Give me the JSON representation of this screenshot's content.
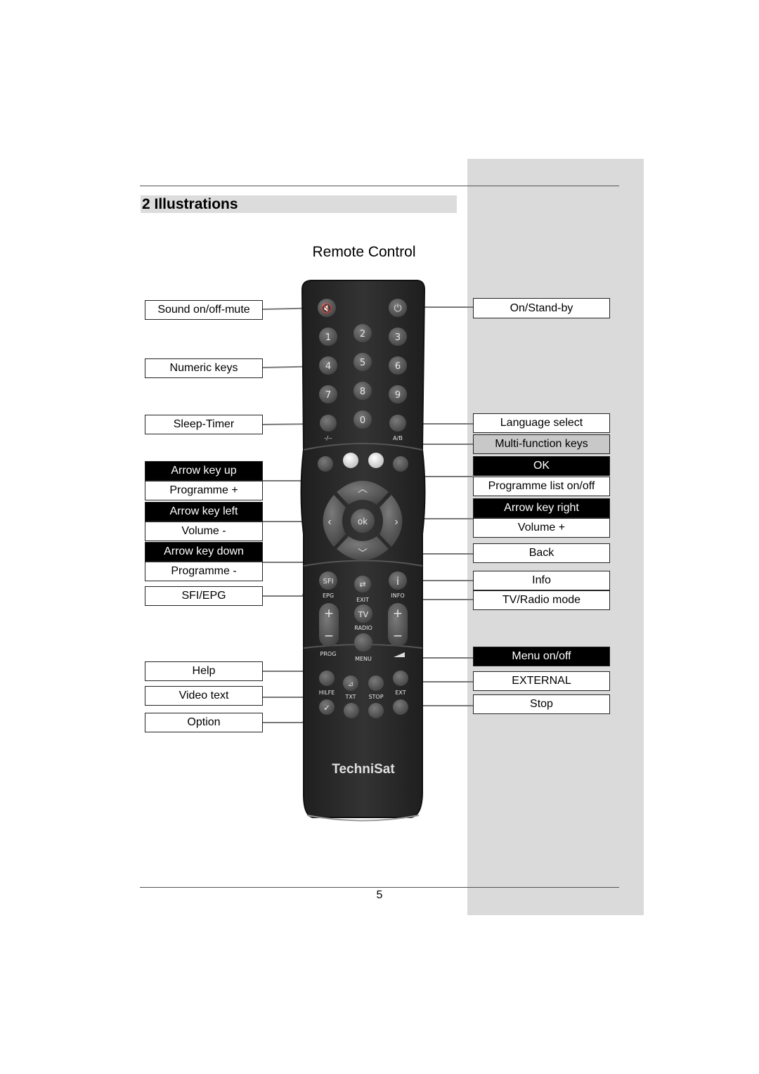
{
  "section": {
    "title": "2 Illustrations"
  },
  "figure": {
    "title": "Remote Control"
  },
  "page_number": "5",
  "brand": "TechniSat",
  "labels_left": {
    "mute": "Sound on/off-mute",
    "numeric": "Numeric keys",
    "sleep": "Sleep-Timer",
    "arrow_up": "Arrow key up",
    "prog_plus": "Programme +",
    "arrow_left": "Arrow key left",
    "vol_minus": "Volume -",
    "arrow_down": "Arrow key down",
    "prog_minus": "Programme -",
    "sfi": "SFI/EPG",
    "help": "Help",
    "videotext": "Video text",
    "option": "Option"
  },
  "labels_right": {
    "standby": "On/Stand-by",
    "language": "Language select",
    "multifunction": "Multi-function keys",
    "ok": "OK",
    "proglist": "Programme list on/off",
    "arrow_right": "Arrow key right",
    "vol_plus": "Volume +",
    "back": "Back",
    "info": "Info",
    "tvradio": "TV/Radio mode",
    "menu": "Menu on/off",
    "external": "EXTERNAL",
    "stop": "Stop"
  },
  "remote_keys": {
    "digits": [
      "1",
      "2",
      "3",
      "4",
      "5",
      "6",
      "7",
      "8",
      "9",
      "0"
    ],
    "dash": "-/--",
    "ab": "A/B",
    "ok": "ok",
    "sfi": "SFI",
    "epg": "EPG",
    "exit": "EXIT",
    "info_glyph": "i",
    "info": "INFO",
    "tv": "TV",
    "radio": "RADIO",
    "prog": "PROG",
    "menu": "MENU",
    "plus": "+",
    "minus": "−",
    "hilfe": "HILFE",
    "txt": "TXT",
    "stop": "STOP",
    "ext": "EXT",
    "check": "✓"
  },
  "colors": {
    "sidebar": "#dadada",
    "remote_body": "#2b2b2b",
    "button": "#5a5a5a",
    "multi_light": "#e6e6e6"
  }
}
